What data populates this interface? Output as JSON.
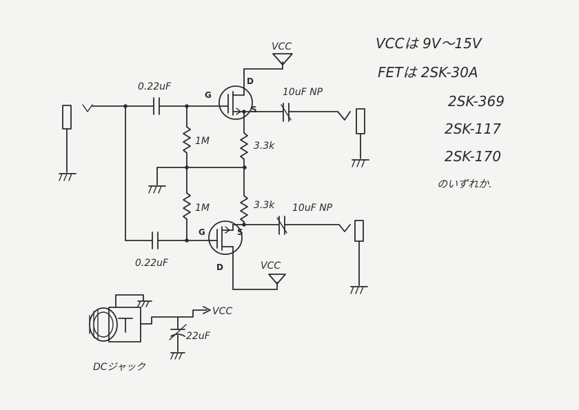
{
  "labels": {
    "c_in_top": "0.22uF",
    "c_in_bottom": "0.22uF",
    "r_gate_top": "1M",
    "r_gate_bottom": "1M",
    "r_source_top": "3.3k",
    "r_source_bottom": "3.3k",
    "c_out_top": "10uF NP",
    "c_out_bottom": "10uF NP",
    "c_supply": "22uF",
    "vcc_top": "VCC",
    "vcc_bottom": "VCC",
    "vcc_jack": "VCC",
    "dc_jack": "DCジャック",
    "pin_g": "G",
    "pin_d": "D",
    "pin_s": "S"
  },
  "notes": {
    "vcc_range": "VCCは 9V〜15V",
    "fet_header": "FETは 2SK-30A",
    "fet_alt_1": "2SK-369",
    "fet_alt_2": "2SK-117",
    "fet_alt_3": "2SK-170",
    "either": "のいずれか."
  }
}
